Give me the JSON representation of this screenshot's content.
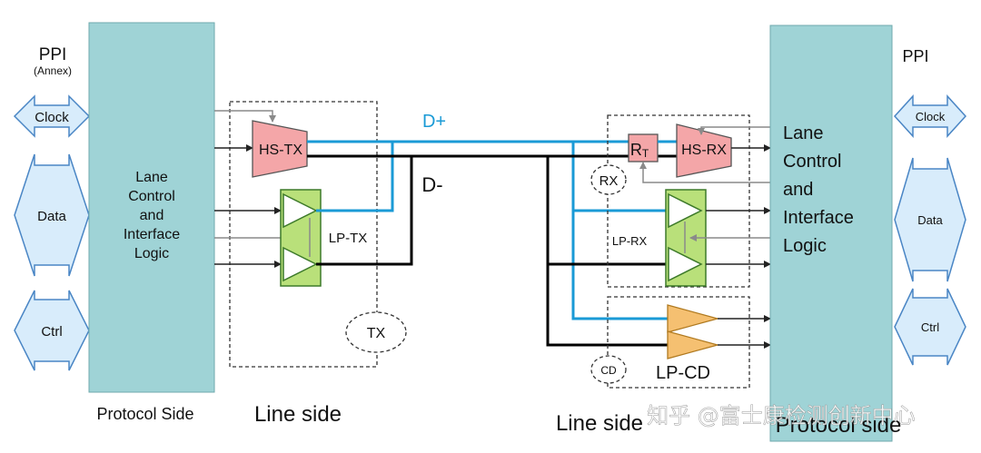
{
  "left": {
    "ppi_title": "PPI",
    "ppi_sub": "(Annex)",
    "clock": "Clock",
    "data": "Data",
    "ctrl": "Ctrl",
    "logic": [
      "Lane",
      "Control",
      "and",
      "Interface",
      "Logic"
    ],
    "protocol_side": "Protocol Side"
  },
  "tx": {
    "hs_tx": "HS-TX",
    "lp_tx": "LP-TX",
    "tx_tag": "TX",
    "line_side": "Line side"
  },
  "link": {
    "d_plus": "D+",
    "d_minus": "D-"
  },
  "rx": {
    "rt_main": "R",
    "rt_sub": "T",
    "hs_rx": "HS-RX",
    "rx_tag": "RX",
    "lp_rx": "LP-RX",
    "cd_tag": "CD",
    "lp_cd": "LP-CD",
    "line_side": "Line side"
  },
  "right": {
    "ppi_title": "PPI",
    "clock": "Clock",
    "data": "Data",
    "ctrl": "Ctrl",
    "logic": [
      "Lane",
      "Control",
      "and",
      "Interface",
      "Logic"
    ],
    "protocol_side": "Protocol side"
  },
  "watermark": "知乎 @富士康检测创新中心",
  "colors": {
    "logic_block": "#9fd3d6",
    "ppi_arrow": "#d8ecfb",
    "hs_block": "#f4a6a8",
    "lp_block": "#b9e07a",
    "cd_block": "#f5c071",
    "d_plus_line": "#1a9ad6",
    "d_minus_line": "#000000"
  }
}
